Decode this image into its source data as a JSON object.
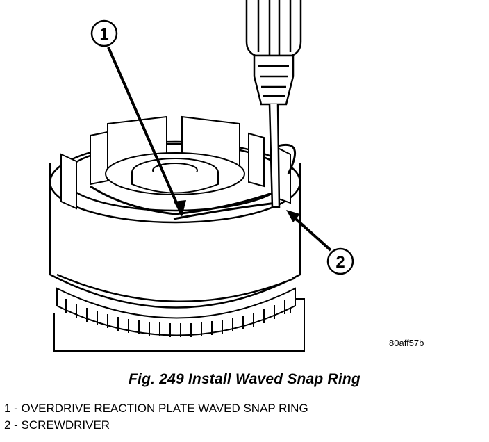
{
  "figure": {
    "code": "80aff57b",
    "caption": "Fig. 249 Install Waved Snap Ring",
    "callouts": [
      "1",
      "2"
    ]
  },
  "legend": [
    {
      "text": "1 - OVERDRIVE REACTION PLATE WAVED SNAP RING"
    },
    {
      "text": "2 - SCREWDRIVER"
    }
  ],
  "colors": {
    "line": "#000000",
    "background": "#ffffff"
  }
}
